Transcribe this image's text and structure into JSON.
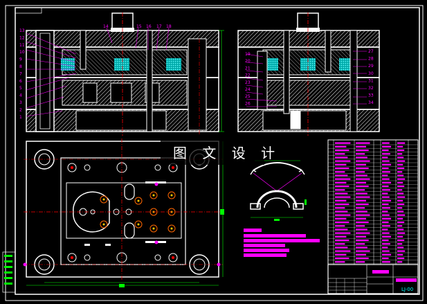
{
  "watermark": "图 文 设 计",
  "drawing_number": "LJ-00",
  "left_section_callouts": [
    "14",
    "15",
    "16",
    "17",
    "18"
  ],
  "left_side_numbers": [
    "13",
    "12",
    "11",
    "10",
    "9",
    "8",
    "7",
    "6",
    "5",
    "4",
    "3",
    "2",
    "1"
  ],
  "right_side_numbers_left": [
    "19",
    "20",
    "21",
    "22",
    "23",
    "24",
    "25",
    "26"
  ],
  "right_side_numbers_right": [
    "27",
    "28",
    "29",
    "30",
    "31",
    "32",
    "33",
    "34"
  ],
  "colors": {
    "frame": "#ffffff",
    "hatch": "#ffffff",
    "callout": "#ff00ff",
    "centerline": "#ff0000",
    "cooling": "#00ffff",
    "green_mark": "#00ff00",
    "notes_bar": "#ff00ff"
  },
  "icons": [
    "mold-section-left",
    "mold-section-right",
    "mold-plan-view",
    "part-drawing",
    "bom-table",
    "title-block"
  ]
}
